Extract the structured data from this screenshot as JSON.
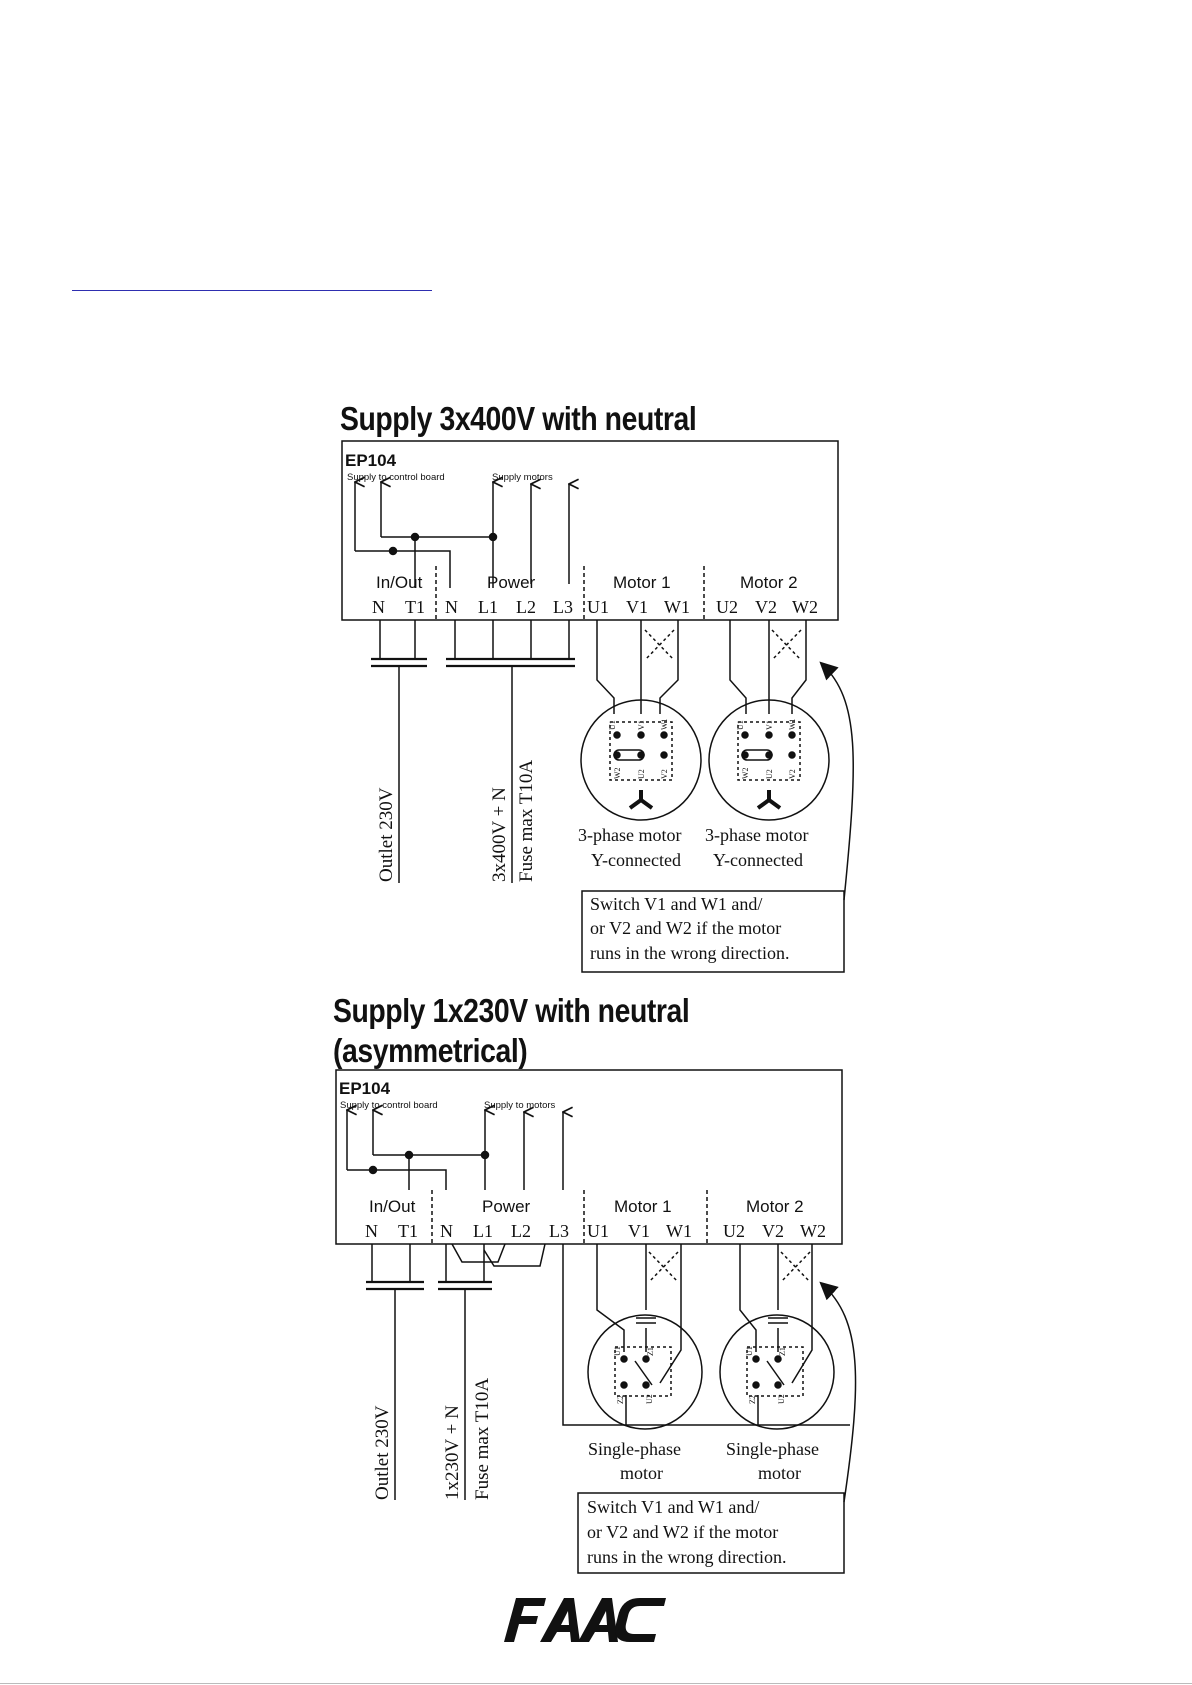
{
  "diagram1": {
    "title": "Supply 3x400V with neutral",
    "board": "EP104",
    "supply_control": "Supply to control board",
    "supply_motors": "Supply motors",
    "groups": [
      "In/Out",
      "Power",
      "Motor 1",
      "Motor 2"
    ],
    "terminals": [
      "N",
      "T1",
      "N",
      "L1",
      "L2",
      "L3",
      "U1",
      "V1",
      "W1",
      "U2",
      "V2",
      "W2"
    ],
    "outlet": "Outlet 230V",
    "supply_label": "3x400V + N",
    "fuse": "Fuse max T10A",
    "motor_caption_line1": "3-phase motor",
    "motor_caption_line2": "Y-connected",
    "motor_pins_top": [
      "U1",
      "V1",
      "W1"
    ],
    "motor_pins_bottom": [
      "W2",
      "U2",
      "V2"
    ],
    "note": [
      "Switch V1 and W1 and/",
      "or V2 and W2 if the motor",
      "runs in the wrong direction."
    ]
  },
  "diagram2": {
    "title_line1": "Supply 1x230V with neutral",
    "title_line2": "(asymmetrical)",
    "board": "EP104",
    "supply_control": "Supply to control board",
    "supply_motors": "Supply to motors",
    "groups": [
      "In/Out",
      "Power",
      "Motor 1",
      "Motor 2"
    ],
    "terminals": [
      "N",
      "T1",
      "N",
      "L1",
      "L2",
      "L3",
      "U1",
      "V1",
      "W1",
      "U2",
      "V2",
      "W2"
    ],
    "outlet": "Outlet 230V",
    "supply_label": "1x230V + N",
    "fuse": "Fuse max T10A",
    "motor_caption_line1": "Single-phase",
    "motor_caption_line2": "motor",
    "motor_pins_top": [
      "U1",
      "Z1"
    ],
    "motor_pins_bottom": [
      "Z2",
      "U2"
    ],
    "note": [
      "Switch V1 and W1 and/",
      "or V2 and W2 if the motor",
      "runs in the wrong direction."
    ]
  },
  "logo": {
    "text": "FAAC",
    "color": "#111111"
  }
}
